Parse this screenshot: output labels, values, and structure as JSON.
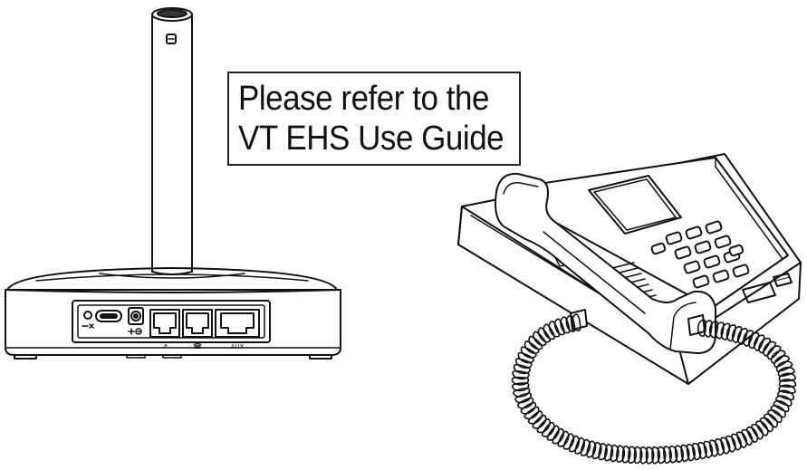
{
  "callout": {
    "line1": "Please refer to the",
    "line2": "VT EHS Use Guide"
  },
  "base_unit": {
    "port_labels": {
      "handset": "↗",
      "phone": "☎",
      "aux": "AUX"
    },
    "icons": [
      "power-indicator-icon",
      "usb-c-port-icon",
      "dc-power-jack-icon"
    ]
  },
  "desk_phone": {
    "icons": [
      "handset-icon",
      "keypad-icon",
      "display-screen-icon",
      "coiled-cord-icon"
    ]
  }
}
